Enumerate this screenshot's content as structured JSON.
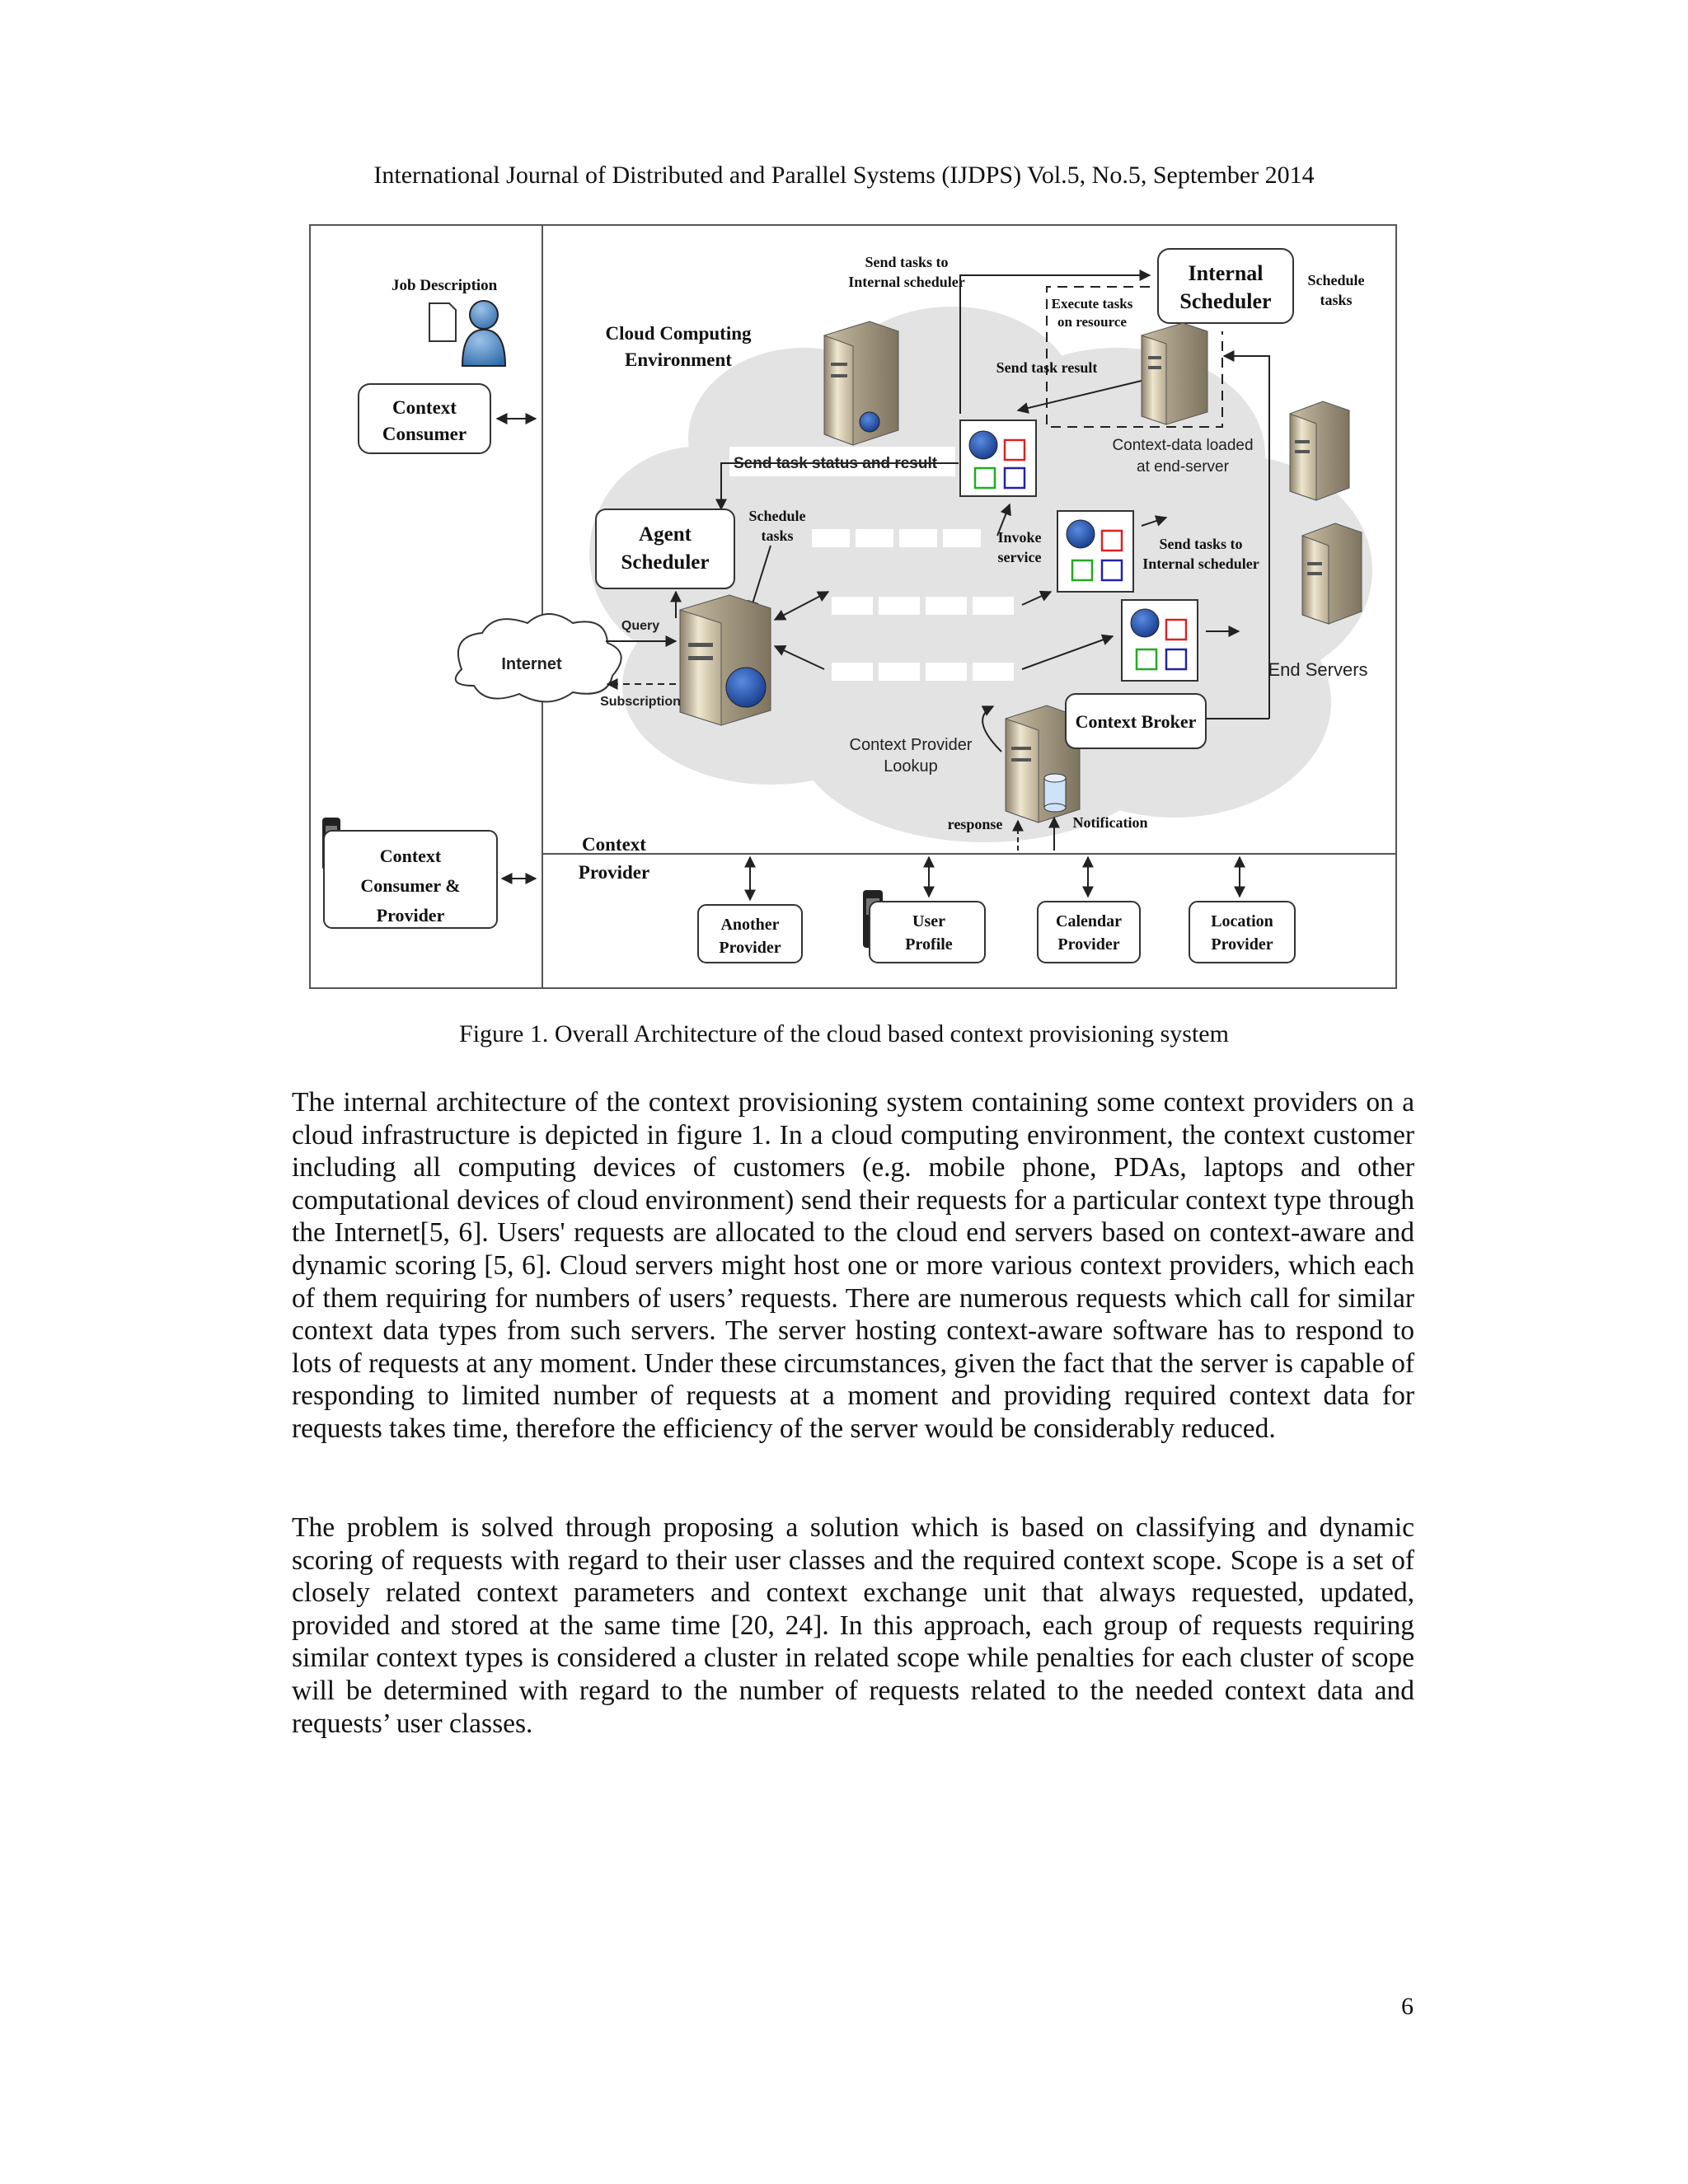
{
  "header": {
    "running_head": "International Journal of Distributed and Parallel Systems (IJDPS) Vol.5, No.5, September 2014"
  },
  "figure": {
    "caption": "Figure 1. Overall Architecture of the cloud based context provisioning system",
    "labels": {
      "job_description": "Job Description",
      "context_consumer_1": "Context",
      "context_consumer_2": "Consumer",
      "cloud_env_1": "Cloud Computing",
      "cloud_env_2": "Environment",
      "send_tasks_top_1": "Send tasks to",
      "send_tasks_top_2": "Internal scheduler",
      "internal_scheduler_1": "Internal",
      "internal_scheduler_2": "Scheduler",
      "schedule_tasks_right_1": "Schedule",
      "schedule_tasks_right_2": "tasks",
      "execute_tasks_1": "Execute tasks",
      "execute_tasks_2": "on resource",
      "send_task_result": "Send task result",
      "send_task_status": "Send task status and result",
      "context_data_loaded_1": "Context-data loaded",
      "context_data_loaded_2": "at end-server",
      "agent_scheduler_1": "Agent",
      "agent_scheduler_2": "Scheduler",
      "schedule_tasks_mid_1": "Schedule",
      "schedule_tasks_mid_2": "tasks",
      "invoke_service_1": "Invoke",
      "invoke_service_2": "service",
      "send_tasks_mid_1": "Send tasks to",
      "send_tasks_mid_2": "Internal scheduler",
      "query": "Query",
      "internet": "Internet",
      "subscription": "Subscription",
      "end_servers": "End Servers",
      "context_broker": "Context Broker",
      "context_provider_lookup_1": "Context Provider",
      "context_provider_lookup_2": "Lookup",
      "response": "response",
      "notification": "Notification",
      "ccp_1": "Context",
      "ccp_2": "Consumer &",
      "ccp_3": "Provider",
      "context_provider_1": "Context",
      "context_provider_2": "Provider",
      "another_provider_1": "Another",
      "another_provider_2": "Provider",
      "user_profile_1": "User",
      "user_profile_2": "Profile",
      "calendar_provider_1": "Calendar",
      "calendar_provider_2": "Provider",
      "location_provider_1": "Location",
      "location_provider_2": "Provider"
    }
  },
  "body": {
    "paragraph_1": "The internal architecture of the context provisioning system containing some context providers on a cloud infrastructure is depicted in figure 1. In a cloud computing environment, the context customer including all computing devices of customers (e.g. mobile phone, PDAs, laptops and other computational devices of cloud environment) send their requests for a particular context type through the Internet[5, 6]. Users' requests are allocated to the cloud end servers based on context-aware and dynamic scoring [5, 6]. Cloud servers might host one or more various context providers, which each of them requiring for numbers of users’ requests. There are numerous requests which call for similar context data types from such servers. The server hosting context-aware software has to respond to lots of requests at any moment. Under these circumstances, given the fact that the server is capable of responding to limited number of requests at a moment and providing required context data for requests takes time, therefore the efficiency of the server would be considerably reduced.",
    "paragraph_2": "The problem is solved through proposing a solution which is based on classifying and dynamic scoring of requests with regard to their user classes and the required context scope. Scope is a set of closely related context parameters and context exchange unit that always requested, updated, provided and stored at the same time [20, 24].  In this approach, each group of requests requiring similar context types is considered a cluster in related scope while penalties for each cluster of scope will be determined with regard to the number of requests related to the needed context data and requests’ user classes."
  },
  "footer": {
    "page_number": "6"
  }
}
